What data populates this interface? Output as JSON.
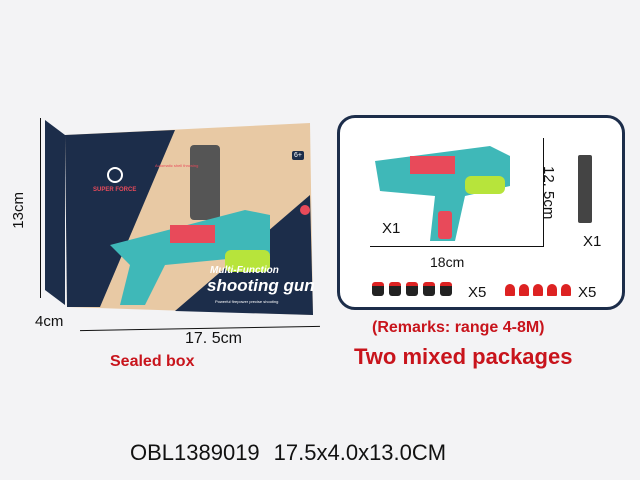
{
  "box": {
    "brand": "SUPER FORCE",
    "title_line1": "Multi-Function",
    "title_line2": "shooting gun",
    "tagline": "Powerful firepower precise shooting",
    "feature_label": "Automatic shell throwing",
    "age_badge": "6+",
    "colors": {
      "navy": "#1c2d4a",
      "beige": "#e8c9a4",
      "teal": "#3fb8b8",
      "red": "#e84a5a",
      "green": "#b7e43b"
    }
  },
  "box_dimensions": {
    "height": "13cm",
    "depth": "4cm",
    "width": "17. 5cm"
  },
  "sealed_label": "Sealed box",
  "contents": {
    "gun_qty": "X1",
    "gun_height": "12. 5cm",
    "gun_length": "18cm",
    "magazine_qty": "X1",
    "black_darts_qty": "X5",
    "red_darts_qty": "X5"
  },
  "remarks": "(Remarks: range 4-8M)",
  "packages_note": "Two mixed packages",
  "footer": {
    "sku": "OBL1389019",
    "size": "17.5x4.0x13.0CM"
  }
}
